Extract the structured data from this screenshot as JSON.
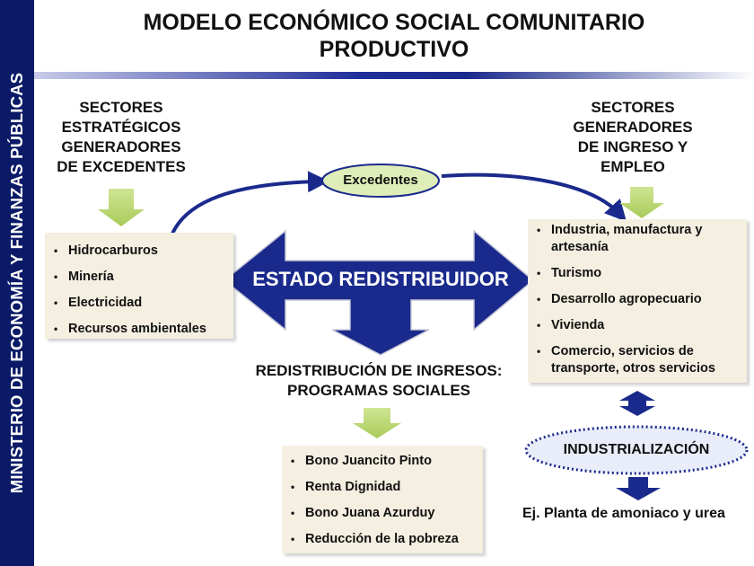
{
  "sidebar": {
    "ministry": "MINISTERIO DE ECONOMÍA Y FINANZAS PÚBLICAS"
  },
  "title": {
    "line1": "MODELO ECONÓMICO SOCIAL COMUNITARIO",
    "line2": "PRODUCTIVO"
  },
  "left_sector": {
    "heading": [
      "SECTORES",
      "ESTRATÉGICOS",
      "GENERADORES",
      "DE EXCEDENTES"
    ],
    "items": [
      "Hidrocarburos",
      "Minería",
      "Electricidad",
      "Recursos ambientales"
    ]
  },
  "right_sector": {
    "heading": [
      "SECTORES",
      "GENERADORES",
      "DE INGRESO Y",
      "EMPLEO"
    ],
    "items": [
      "Industria, manufactura y artesanía",
      "Turismo",
      "Desarrollo agropecuario",
      "Vivienda",
      "Comercio, servicios de transporte, otros servicios"
    ]
  },
  "center": {
    "excedentes": "Excedentes",
    "estado": "ESTADO REDISTRIBUIDOR",
    "redistribucion": [
      "REDISTRIBUCIÓN DE INGRESOS:",
      "PROGRAMAS SOCIALES"
    ]
  },
  "programs": {
    "items": [
      "Bono Juancito Pinto",
      "Renta Dignidad",
      "Bono Juana Azurduy",
      "Reducción de la pobreza"
    ]
  },
  "industrialization": {
    "label": "INDUSTRIALIZACIÓN",
    "example": "Ej. Planta de amoniaco y urea"
  },
  "colors": {
    "navy": "#0a1a66",
    "arrow_blue": "#1a2a8c",
    "green_arrow": "#b9d770",
    "box_fill": "#f4efe1",
    "ellipse_fill": "#dfeeb8"
  }
}
